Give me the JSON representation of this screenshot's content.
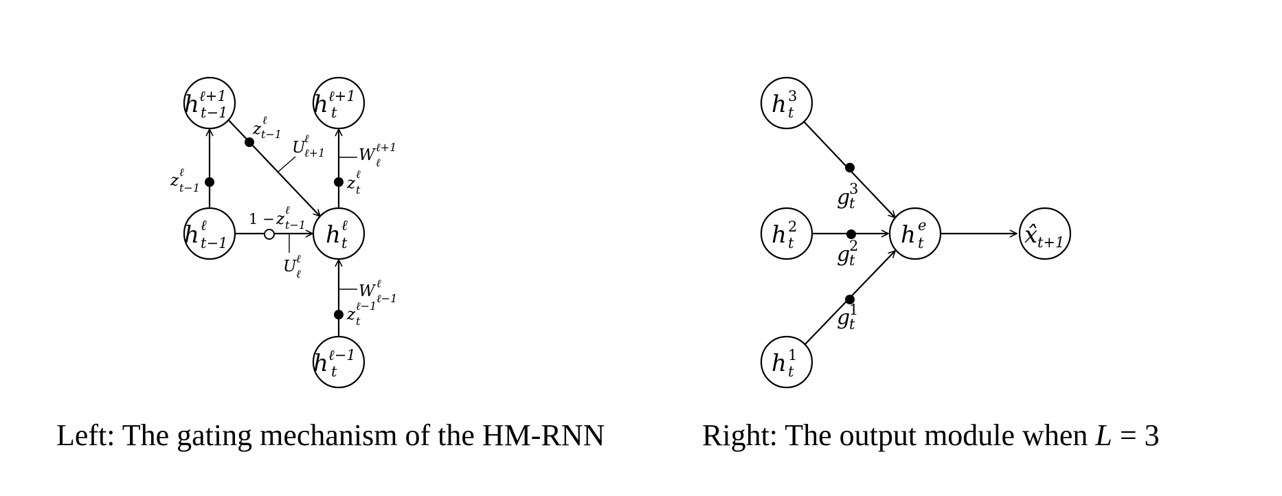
{
  "captions": {
    "left": "Left: The gating mechanism of the HM-RNN",
    "right_prefix": "Right: The output module when ",
    "right_var": "L",
    "right_eq": " = 3"
  },
  "left_diagram": {
    "nodes": {
      "h_prev_up": {
        "base": "h",
        "sub": "t−1",
        "sup": "ℓ+1"
      },
      "h_up": {
        "base": "h",
        "sub": "t",
        "sup": "ℓ+1"
      },
      "h_prev": {
        "base": "h",
        "sub": "t−1",
        "sup": "ℓ"
      },
      "h_cur": {
        "base": "h",
        "sub": "t",
        "sup": "ℓ"
      },
      "h_down": {
        "base": "h",
        "sub": "t",
        "sup": "ℓ−1"
      }
    },
    "labels": {
      "z_top_edge": {
        "base": "z",
        "sub": "t−1",
        "sup": "ℓ"
      },
      "u_top_edge": {
        "base": "U",
        "sub": "ℓ+1",
        "sup": "ℓ"
      },
      "w_up": {
        "base": "W",
        "sub": "ℓ",
        "sup": "ℓ+1"
      },
      "z_left_vert": {
        "base": "z",
        "sub": "t−1",
        "sup": "ℓ"
      },
      "z_cur_up": {
        "base": "z",
        "sub": "t",
        "sup": "ℓ"
      },
      "one_minus_z": {
        "prefix": "1 − ",
        "base": "z",
        "sub": "t−1",
        "sup": "ℓ"
      },
      "u_horiz": {
        "base": "U",
        "sub": "ℓ",
        "sup": "ℓ"
      },
      "w_down": {
        "base": "W",
        "sub": "ℓ−1",
        "sup": "ℓ"
      },
      "z_down": {
        "base": "z",
        "sub": "t",
        "sup": "ℓ−1"
      }
    }
  },
  "right_diagram": {
    "nodes": {
      "h3": {
        "base": "h",
        "sub": "t",
        "sup": "3"
      },
      "h2": {
        "base": "h",
        "sub": "t",
        "sup": "2"
      },
      "h1": {
        "base": "h",
        "sub": "t",
        "sup": "1"
      },
      "he": {
        "base": "h",
        "sub": "t",
        "sup": "e"
      },
      "xhat": {
        "base": "x̂",
        "sub": "t+1",
        "sup": ""
      }
    },
    "labels": {
      "g3": {
        "base": "g",
        "sub": "t",
        "sup": "3"
      },
      "g2": {
        "base": "g",
        "sub": "t",
        "sup": "2"
      },
      "g1": {
        "base": "g",
        "sub": "t",
        "sup": "1"
      }
    }
  }
}
